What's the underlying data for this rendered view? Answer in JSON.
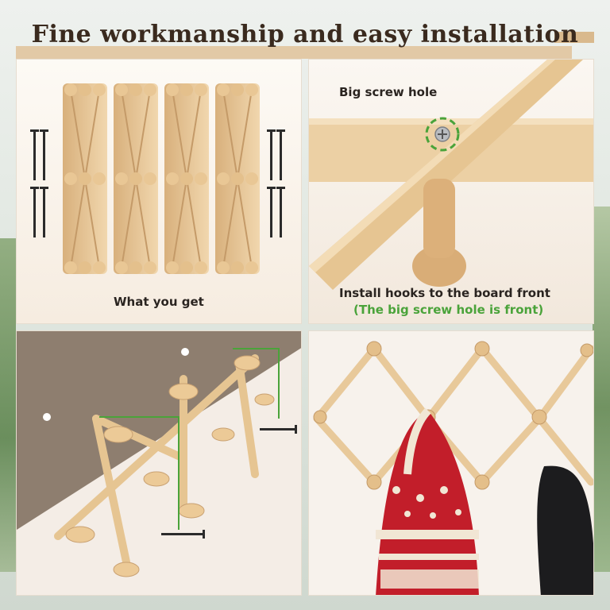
{
  "header": {
    "title": "Fine workmanship and easy installation"
  },
  "panels": {
    "contents": {
      "caption": "What you get"
    },
    "screw_hole": {
      "label": "Big screw hole",
      "caption_line1": "Install hooks to the board front",
      "caption_line2": "(The big screw hole is front)"
    }
  },
  "colors": {
    "title_text": "#3a2a1e",
    "title_band": "#e2c9a6",
    "wood": "#e8c99a",
    "wood_dark": "#c9a172",
    "highlight_green": "#4aa33a",
    "wall_dark": "#8e7e6f"
  },
  "icons": [
    "screw-icon",
    "nail-icon"
  ]
}
